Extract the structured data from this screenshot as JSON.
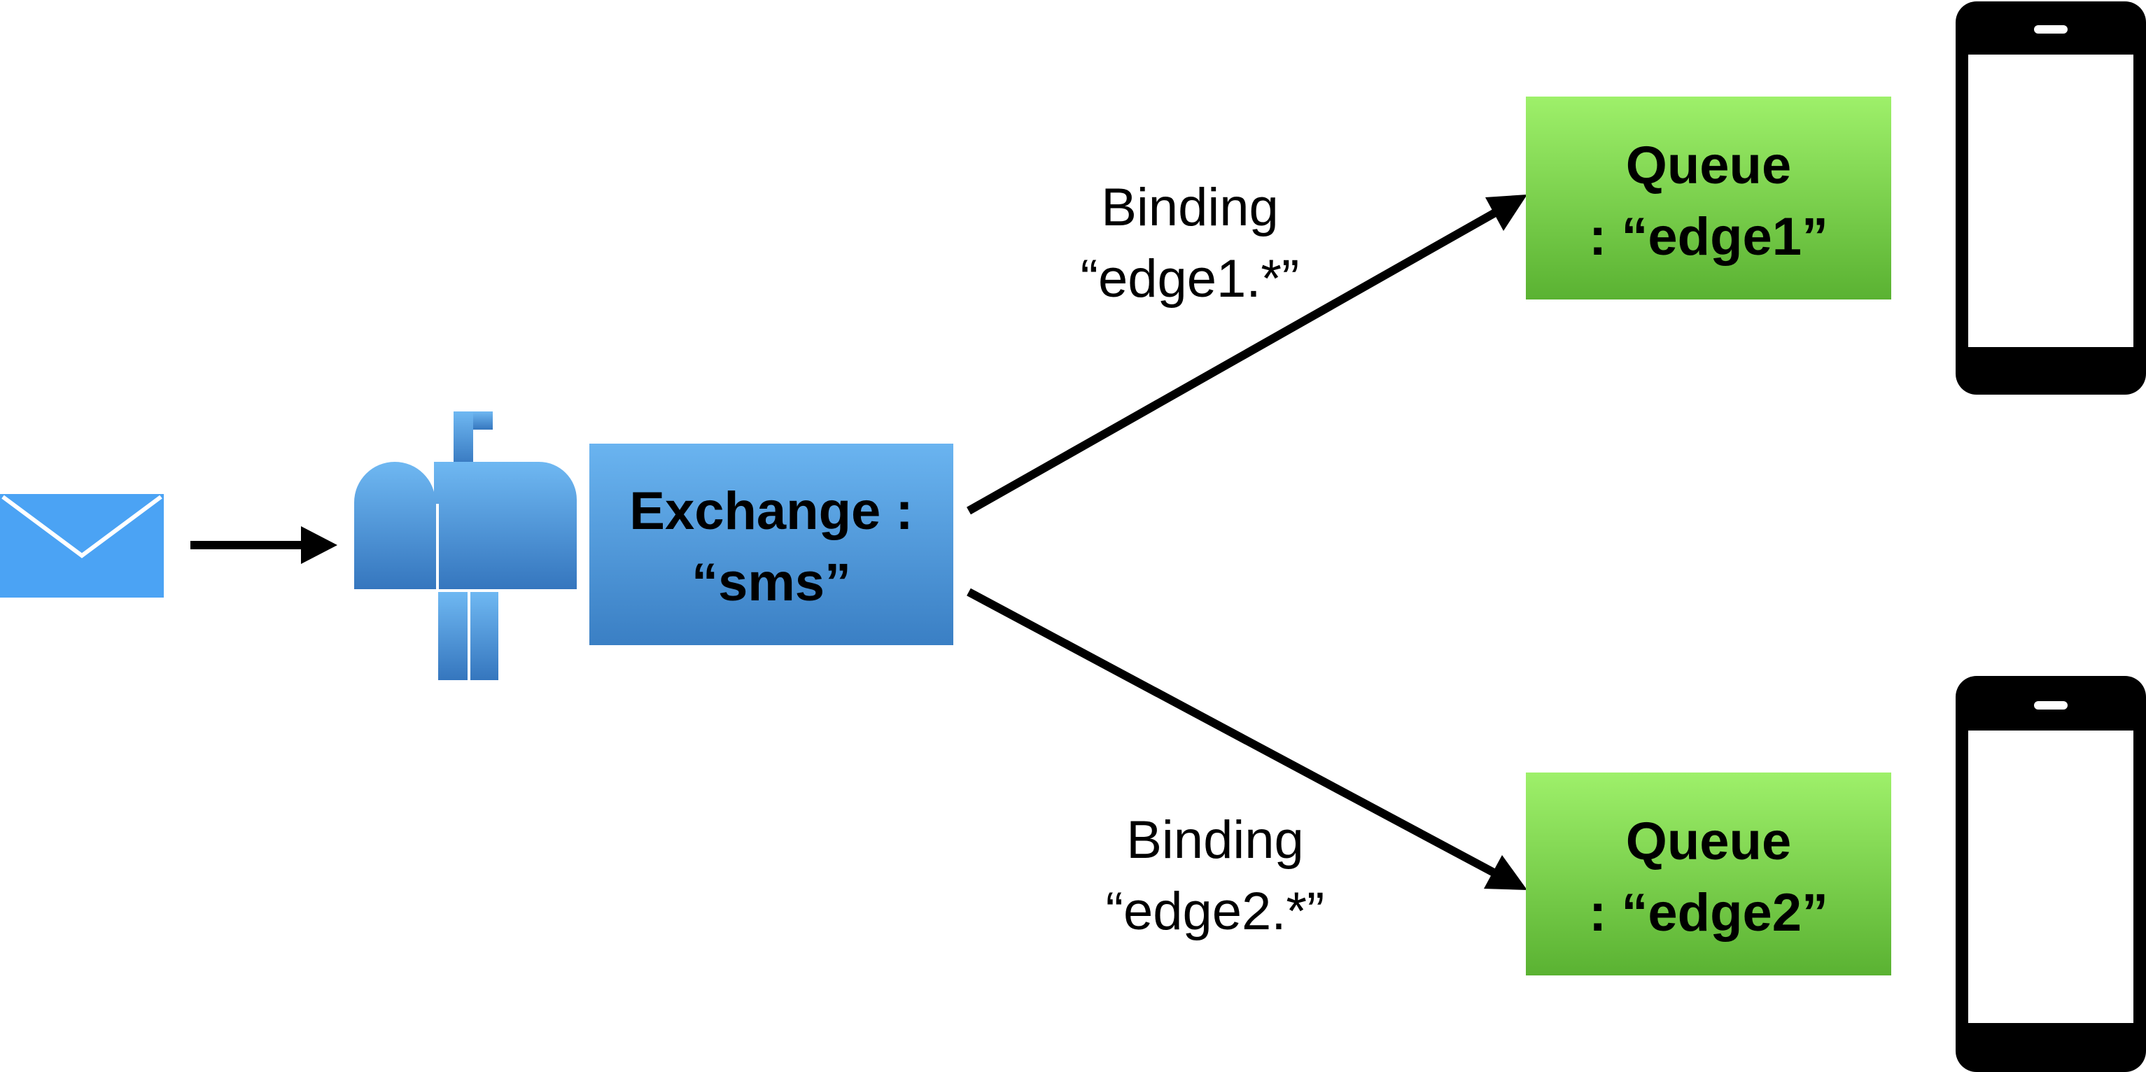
{
  "exchange": {
    "line1": "Exchange :",
    "line2": "“sms”"
  },
  "queues": [
    {
      "line1": "Queue",
      "line2": ": “edge1”"
    },
    {
      "line1": "Queue",
      "line2": ": “edge2”"
    }
  ],
  "bindings": [
    {
      "line1": "Binding",
      "line2": "“edge1.*”"
    },
    {
      "line1": "Binding",
      "line2": "“edge2.*”"
    }
  ],
  "icons": {
    "message": "envelope-icon",
    "exchange": "mailbox-icon",
    "consumer": "smartphone-icon"
  },
  "colors": {
    "exchange_top": "#6AB4F0",
    "exchange_bottom": "#3A7FC4",
    "queue_top": "#9EF06A",
    "queue_bottom": "#5AB232",
    "envelope": "#4BA3F4",
    "mailbox_top": "#6FB8F2",
    "mailbox_bottom": "#3576BE",
    "line": "#000000",
    "phone": "#000000"
  }
}
